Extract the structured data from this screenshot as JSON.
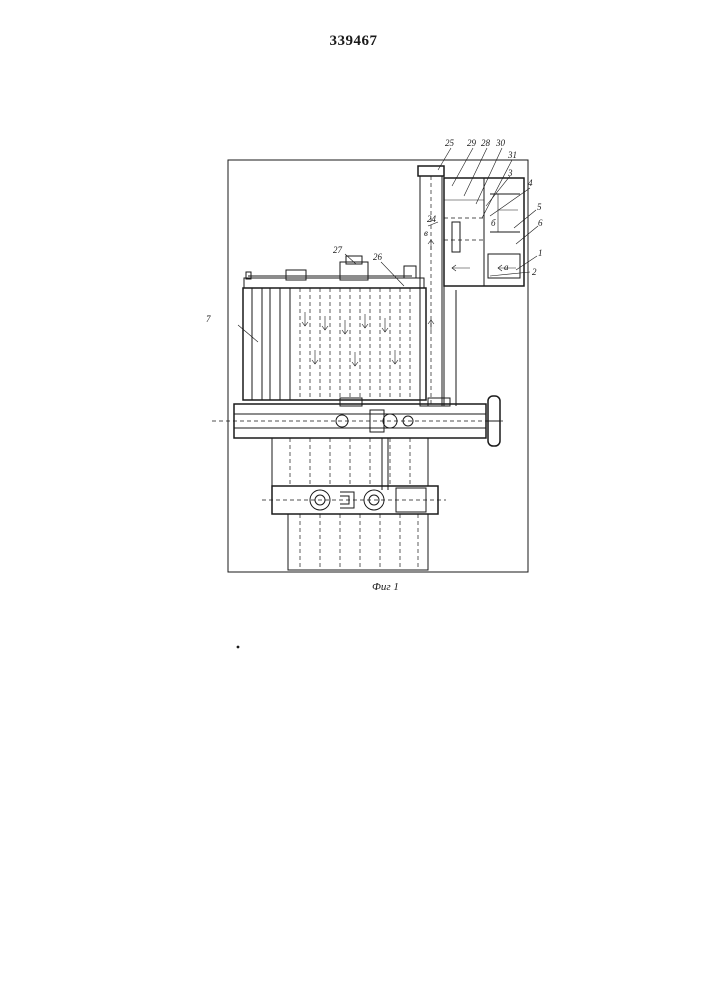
{
  "patent_number": "339467",
  "figure_caption": "Фиг 1",
  "callouts": {
    "n1": "1",
    "n2": "2",
    "n3": "3",
    "n4": "4",
    "n5": "5",
    "n6": "6",
    "n7": "7",
    "n24": "24",
    "n25": "25",
    "n26": "26",
    "n27": "27",
    "n28": "28",
    "n29": "29",
    "n30": "30",
    "n31": "31"
  },
  "zone_letters": {
    "a": "а",
    "b": "б",
    "v": "в"
  }
}
